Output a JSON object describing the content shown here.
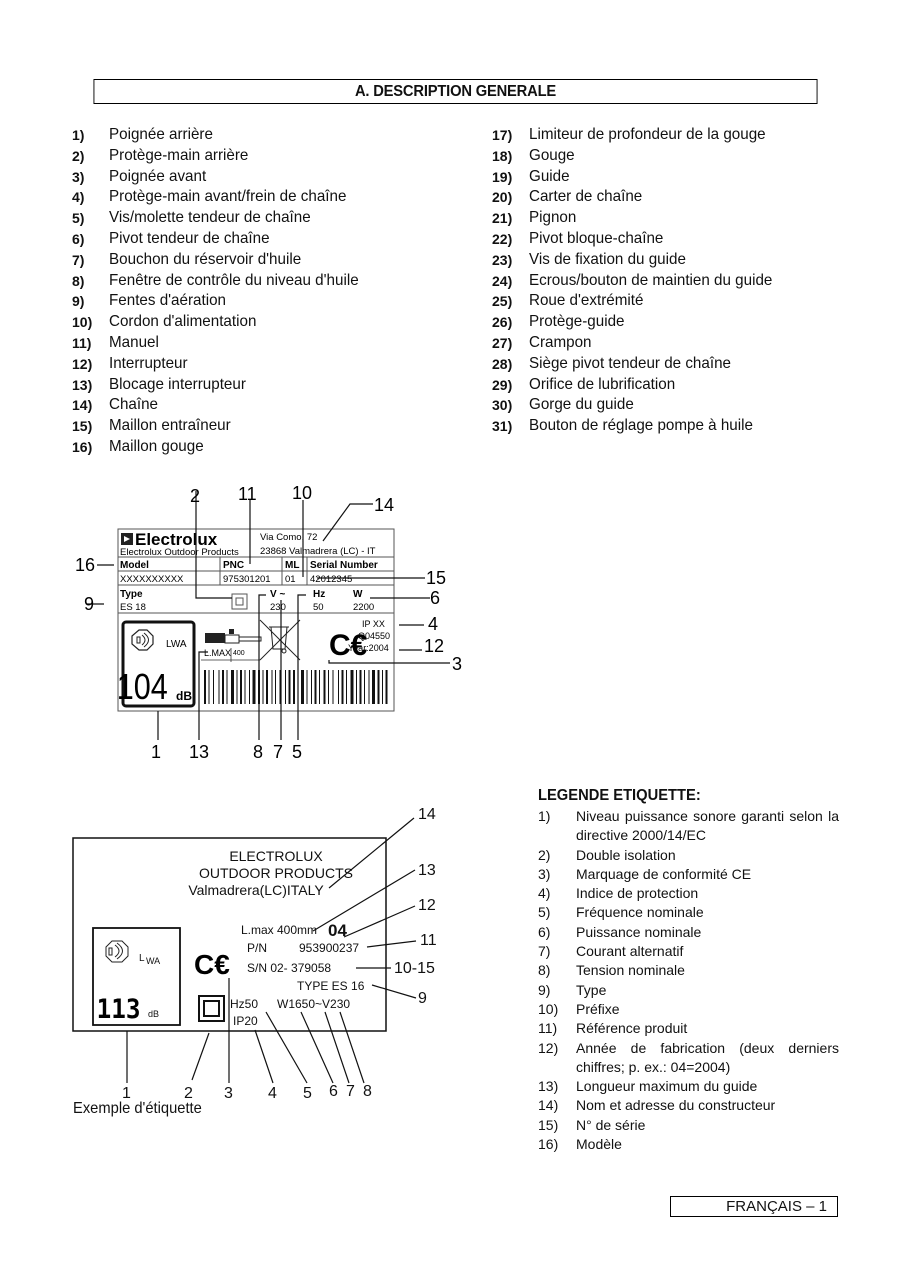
{
  "header": {
    "title": "A. DESCRIPTION GENERALE"
  },
  "parts_left": [
    {
      "num": "1)",
      "label": "Poignée arrière"
    },
    {
      "num": "2)",
      "label": "Protège-main arrière"
    },
    {
      "num": "3)",
      "label": "Poignée avant"
    },
    {
      "num": "4)",
      "label": "Protège-main avant/frein de chaîne"
    },
    {
      "num": "5)",
      "label": "Vis/molette tendeur de chaîne"
    },
    {
      "num": "6)",
      "label": "Pivot tendeur de chaîne"
    },
    {
      "num": "7)",
      "label": "Bouchon du réservoir d'huile"
    },
    {
      "num": "8)",
      "label": "Fenêtre de contrôle du niveau d'huile"
    },
    {
      "num": "9)",
      "label": "Fentes d'aération"
    },
    {
      "num": "10)",
      "label": "Cordon d'alimentation"
    },
    {
      "num": "11)",
      "label": "Manuel"
    },
    {
      "num": "12)",
      "label": "Interrupteur"
    },
    {
      "num": "13)",
      "label": "Blocage interrupteur"
    },
    {
      "num": "14)",
      "label": "Chaîne"
    },
    {
      "num": "15)",
      "label": "Maillon entraîneur"
    },
    {
      "num": "16)",
      "label": "Maillon gouge"
    }
  ],
  "parts_right": [
    {
      "num": "17)",
      "label": "Limiteur de profondeur de la gouge"
    },
    {
      "num": "18)",
      "label": "Gouge"
    },
    {
      "num": "19)",
      "label": "Guide"
    },
    {
      "num": "20)",
      "label": "Carter de chaîne"
    },
    {
      "num": "21)",
      "label": "Pignon"
    },
    {
      "num": "22)",
      "label": "Pivot bloque-chaîne"
    },
    {
      "num": "23)",
      "label": "Vis de fixation du guide"
    },
    {
      "num": "24)",
      "label": "Ecrous/bouton de maintien du guide"
    },
    {
      "num": "25)",
      "label": "Roue d'extrémité"
    },
    {
      "num": "26)",
      "label": "Protège-guide"
    },
    {
      "num": "27)",
      "label": "Crampon"
    },
    {
      "num": "28)",
      "label": "Siège pivot tendeur de chaîne"
    },
    {
      "num": "29)",
      "label": "Orifice de lubrification"
    },
    {
      "num": "30)",
      "label": "Gorge du guide"
    },
    {
      "num": "31)",
      "label": "Bouton de réglage pompe à huile"
    }
  ],
  "label1": {
    "brand": "Electrolux",
    "brand_sub": "Electrolux Outdoor Products",
    "address_line1": "Via Como, 72",
    "address_line2": "23868 Valmadrera (LC) - IT",
    "model_header": "Model",
    "model_value": "XXXXXXXXXX",
    "pnc_header": "PNC",
    "pnc_value": "975301201",
    "ml_header": "ML",
    "ml_value": "01",
    "serial_header": "Serial Number",
    "serial_value": "42012345",
    "type_header": "Type",
    "type_value": "ES 18",
    "volt_header": "V ~",
    "volt_value": "230",
    "hz_header": "Hz",
    "hz_value": "50",
    "watt_header": "W",
    "watt_value": "2200",
    "ip": "IP XX",
    "code": "Q04550",
    "year": "Year:2004",
    "lwa": "LWA",
    "db_value": "104",
    "db_unit": "dB",
    "lmax_label": "L.MAX",
    "lmax_value": "400",
    "callouts": [
      "1",
      "2",
      "3",
      "4",
      "5",
      "6",
      "7",
      "8",
      "9",
      "10",
      "11",
      "12",
      "13",
      "14",
      "15",
      "16"
    ]
  },
  "label2": {
    "line1": "ELECTROLUX",
    "line2": "OUTDOOR PRODUCTS",
    "line3": "Valmadrera(LC)ITALY",
    "lmax": "L.max 400mm",
    "year": "04",
    "pn_label": "P/N",
    "pn_value": "953900237",
    "sn": "S/N 02- 379058",
    "type": "TYPE ES 16",
    "hz": "Hz50",
    "watt_volt": "W1650~V230",
    "ip": "IP20",
    "lwa": "WA",
    "db_value": "113",
    "db_unit": "dB",
    "callouts": [
      "1",
      "2",
      "3",
      "4",
      "5",
      "6",
      "7",
      "8",
      "9",
      "10-15",
      "11",
      "12",
      "13",
      "14"
    ]
  },
  "caption": "Exemple d'étiquette",
  "legend": {
    "title": "LEGENDE ETIQUETTE:",
    "items": [
      {
        "num": "1)",
        "label": "Niveau puissance sonore garanti selon la directive 2000/14/EC"
      },
      {
        "num": "2)",
        "label": "Double isolation"
      },
      {
        "num": "3)",
        "label": "Marquage de conformité CE"
      },
      {
        "num": "4)",
        "label": "Indice de protection"
      },
      {
        "num": "5)",
        "label": "Fréquence nominale"
      },
      {
        "num": "6)",
        "label": "Puissance nominale"
      },
      {
        "num": "7)",
        "label": "Courant alternatif"
      },
      {
        "num": "8)",
        "label": "Tension nominale"
      },
      {
        "num": "9)",
        "label": "Type"
      },
      {
        "num": "10)",
        "label": "Préfixe"
      },
      {
        "num": "11)",
        "label": "Référence produit"
      },
      {
        "num": "12)",
        "label": "Année de fabrication (deux derniers chiffres; p. ex.: 04=2004)"
      },
      {
        "num": "13)",
        "label": "Longueur maximum du guide"
      },
      {
        "num": "14)",
        "label": "Nom et adresse du constructeur"
      },
      {
        "num": "15)",
        "label": "N° de série"
      },
      {
        "num": "16)",
        "label": "Modèle"
      }
    ]
  },
  "footer": {
    "page": "FRANÇAIS –  1"
  }
}
